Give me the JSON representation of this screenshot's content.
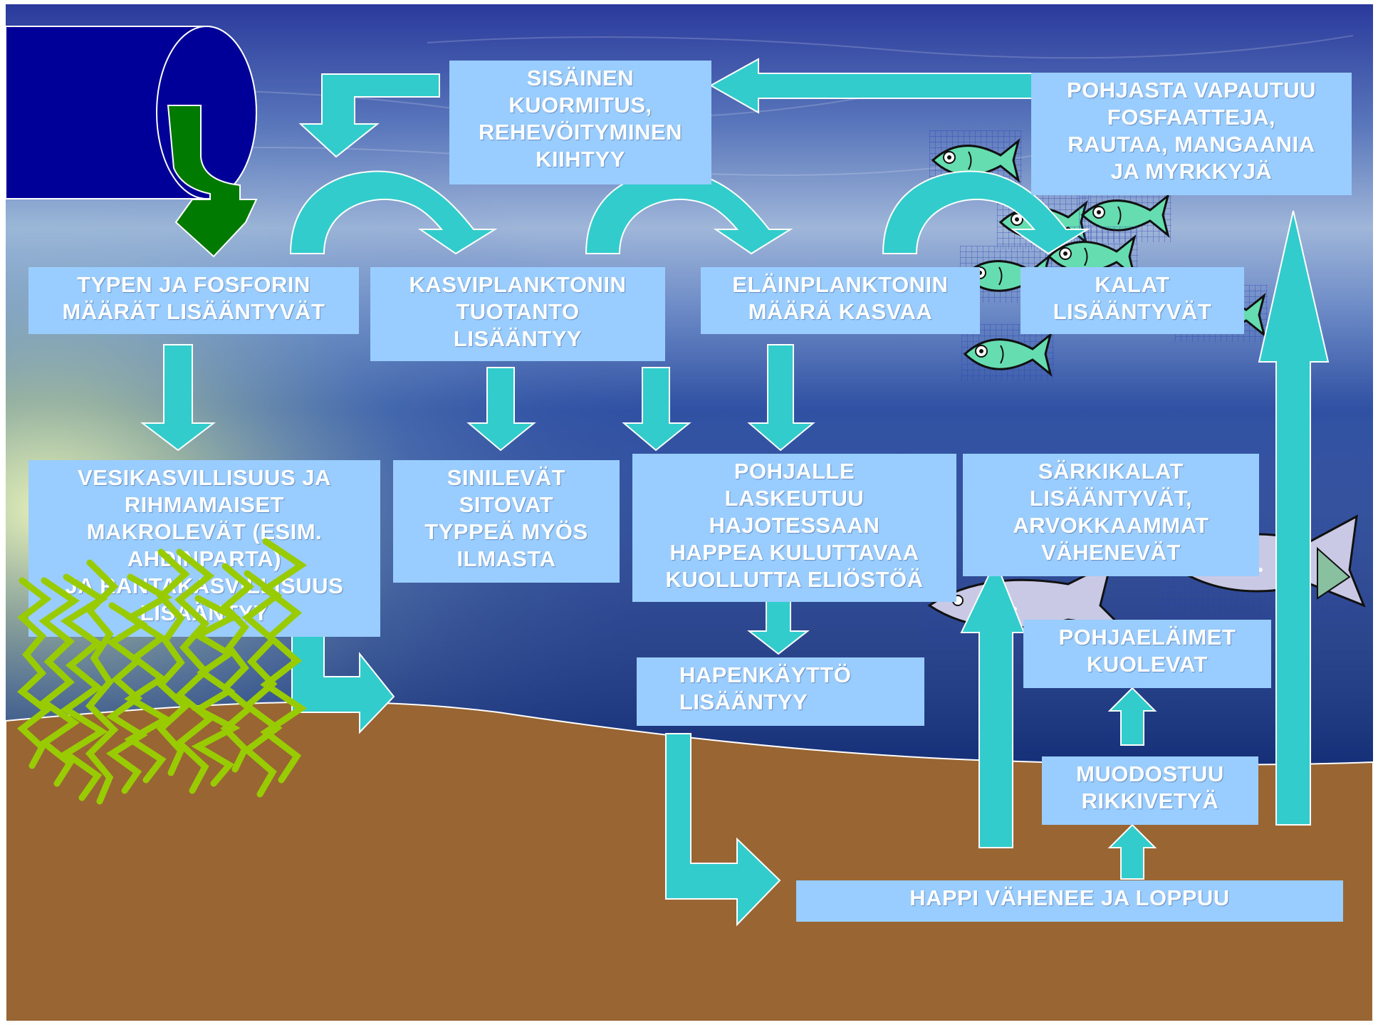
{
  "colors": {
    "box_fill": "#99ccff",
    "box_text": "#ffffff",
    "arrow_fill": "#33cccc",
    "curved_arrow_fill": "#2aa6a6",
    "pipe_fill": "#000099",
    "outflow_arrow": "#007a00",
    "sediment": "#996633",
    "seaweed": "#99cc00",
    "fish_green": "#66ddb0"
  },
  "icons": [
    "pipe-icon",
    "outflow-arrow-icon",
    "fish-icon",
    "seaweed-icon"
  ],
  "boxes": {
    "sisainen_kuormitus": "SISÄINEN\nKUORMITUS,\nREHEVÖITYMINEN\nKIIHTYY",
    "pohjasta_vapautuu": "POHJASTA VAPAUTUU\nFOSFAATTEJA,\nRAUTAA, MANGAANIA\nJA MYRKKYJÄ",
    "typen_ja_fosforin": "TYPEN JA FOSFORIN\nMÄÄRÄT LISÄÄNTYVÄT",
    "kasviplanktonin": "KASVIPLANKTONIN\nTUOTANTO\nLISÄÄNTYY",
    "elainplanktonin": "ELÄINPLANKTONIN\nMÄÄRÄ KASVAA",
    "kalat": "KALAT\nLISÄÄNTYVÄT",
    "vesikasvillisuus": "VESIKASVILLISUUS JA\nRIHMAMAISET\nMAKROLEVÄT (ESIM.\nAHDINPARTA)\nJA RANTAKASVILLISUUS\nLISÄÄNTYY",
    "sinilevat": "SINILEVÄT\nSITOVAT\nTYPPEÄ MYÖS\nILMASTA",
    "pohjalle_laskeutuu": "POHJALLE\nLASKEUTUU\nHAJOTESSAAN\nHAPPEA KULUTTAVAA\nKUOLLUTTA ELIÖSTÖÄ",
    "sarkikalat": "SÄRKIKALAT\nLISÄÄNTYVÄT,\nARVOKKAAMMAT\nVÄHENEVÄT",
    "pohjaelaimet": "POHJAELÄIMET\nKUOLEVAT",
    "hapenkaytto": "HAPENKÄYTTÖ\nLISÄÄNTYY",
    "muodostuu_rikkivetya": "MUODOSTUU\nRIKKIVETYÄ",
    "happi_vahenee": "HAPPI VÄHENEE JA LOPPUU"
  }
}
